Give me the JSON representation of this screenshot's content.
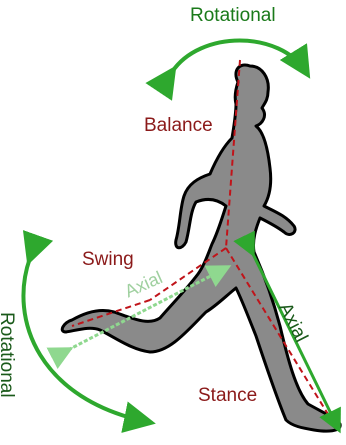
{
  "labels": {
    "rotational_top": "Rotational",
    "balance": "Balance",
    "swing": "Swing",
    "axial_leg": "Axial",
    "axial_stance": "Axial",
    "rotational_left": "Rotational",
    "stance": "Stance"
  },
  "colors": {
    "figure_fill": "#8a8a8a",
    "figure_outline": "#000000",
    "axis_line": "#c0141a",
    "arrow_green": "#2ea82e",
    "arrow_green_light": "#8fd88f",
    "label_red": "#8b1a1a"
  }
}
